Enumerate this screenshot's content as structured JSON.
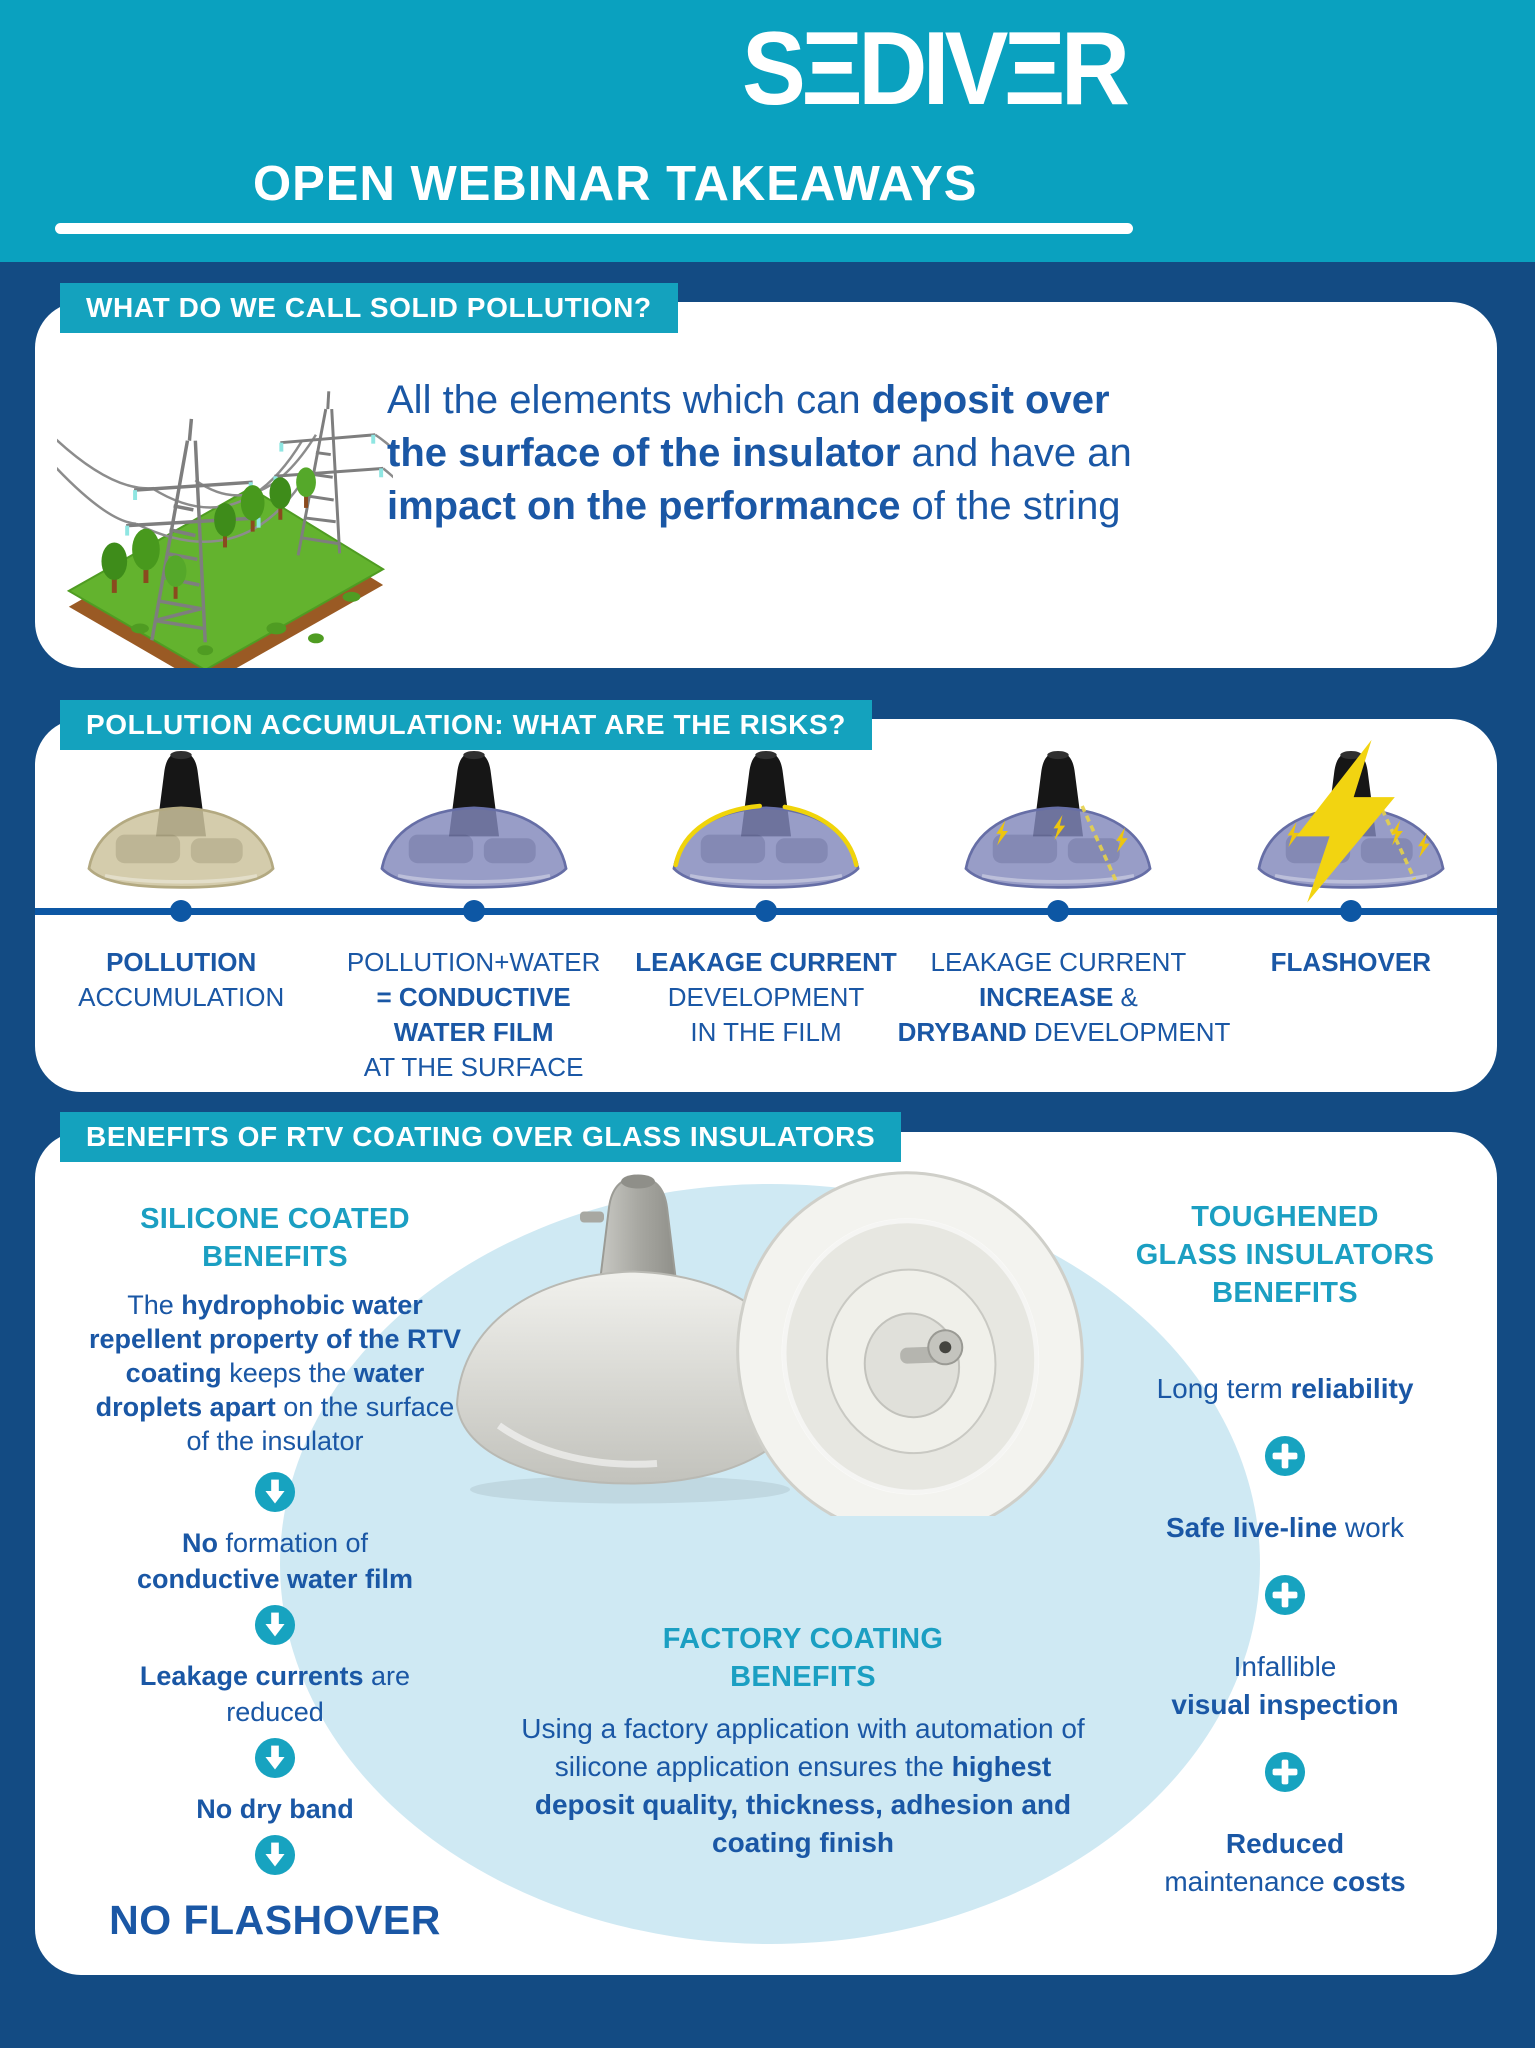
{
  "colors": {
    "header_teal": "#0aa1bf",
    "banner_teal": "#14a2be",
    "navy_background": "#134b83",
    "text_blue": "#1a57a5",
    "heading_teal": "#1b9fc2",
    "timeline_blue": "#0d57a4",
    "lightning_yellow": "#f2d411",
    "circle_light_blue": "#cfe9f3"
  },
  "icons": {
    "down_arrow": "down-arrow-in-circle",
    "plus": "plus-in-circle",
    "lightning": "lightning-bolt"
  },
  "header": {
    "logo_name": "SEDIVER",
    "logo_display": "SΞDIVΞR",
    "title": "OPEN WEBINAR TAKEAWAYS"
  },
  "section1": {
    "banner": "WHAT DO WE CALL SOLID POLLUTION?",
    "illustration": "transmission-towers-on-green-field",
    "text_segments": [
      {
        "t": "All the elements which can ",
        "b": 0
      },
      {
        "t": "deposit over the surface of the insulator",
        "b": 1
      },
      {
        "t": " and have an ",
        "b": 0
      },
      {
        "t": "impact on the performance",
        "b": 1
      },
      {
        "t": " of the string",
        "b": 0
      }
    ]
  },
  "section2": {
    "banner": "POLLUTION ACCUMULATION: WHAT ARE THE RISKS?",
    "stages": [
      {
        "insulator": "polluted-beige-insulator",
        "lines": [
          [
            {
              "t": "POLLUTION",
              "b": 1
            }
          ],
          [
            {
              "t": "ACCUMULATION",
              "b": 0
            }
          ]
        ]
      },
      {
        "insulator": "wet-blue-insulator",
        "lines": [
          [
            {
              "t": "POLLUTION+WATER",
              "b": 0
            }
          ],
          [
            {
              "t": "= CONDUCTIVE",
              "b": 1
            }
          ],
          [
            {
              "t": "WATER FILM",
              "b": 1
            }
          ],
          [
            {
              "t": "AT THE SURFACE",
              "b": 0
            }
          ]
        ]
      },
      {
        "insulator": "blue-insulator-leakage-film",
        "lines": [
          [
            {
              "t": "LEAKAGE CURRENT",
              "b": 1
            }
          ],
          [
            {
              "t": "DEVELOPMENT",
              "b": 0
            }
          ],
          [
            {
              "t": "IN THE FILM",
              "b": 0
            }
          ]
        ]
      },
      {
        "insulator": "blue-insulator-dryband-sparks",
        "lines": [
          [
            {
              "t": "LEAKAGE CURRENT",
              "b": 0
            }
          ],
          [
            {
              "t": "INCREASE",
              "b": 1
            },
            {
              "t": " &",
              "b": 0
            }
          ],
          [
            {
              "t": "DRYBAND",
              "b": 1
            },
            {
              "t": " DEVELOPMENT",
              "b": 0
            }
          ]
        ]
      },
      {
        "insulator": "blue-insulator-flashover-bolt",
        "lines": [
          [
            {
              "t": "FLASHOVER",
              "b": 1
            }
          ]
        ]
      }
    ]
  },
  "section3": {
    "banner": "BENEFITS OF RTV COATING OVER GLASS INSULATORS",
    "photo": "silicone-coated-glass-insulators",
    "left": {
      "heading_lines": [
        [
          {
            "t": "SILICONE COATED",
            "b": 1
          }
        ],
        [
          {
            "t": "BENEFITS",
            "b": 1
          }
        ]
      ],
      "paragraph_segments": [
        {
          "t": "The ",
          "b": 0
        },
        {
          "t": "hydrophobic water repellent property of the RTV coating",
          "b": 1
        },
        {
          "t": " keeps the ",
          "b": 0
        },
        {
          "t": "water droplets apart",
          "b": 1
        },
        {
          "t": " on the surface of the insulator",
          "b": 0
        }
      ],
      "chain": [
        [
          [
            {
              "t": "No",
              "b": 1
            },
            {
              "t": " formation of",
              "b": 0
            }
          ],
          [
            {
              "t": "conductive water film",
              "b": 1
            }
          ]
        ],
        [
          [
            {
              "t": "Leakage currents",
              "b": 1
            },
            {
              "t": " are",
              "b": 0
            }
          ],
          [
            {
              "t": "reduced",
              "b": 0
            }
          ]
        ],
        [
          [
            {
              "t": "No dry band",
              "b": 1
            }
          ]
        ]
      ],
      "final": [
        [
          {
            "t": "NO FLASHOVER",
            "b": 1
          }
        ]
      ]
    },
    "center": {
      "heading_lines": [
        [
          {
            "t": "FACTORY COATING",
            "b": 1
          }
        ],
        [
          {
            "t": "BENEFITS",
            "b": 1
          }
        ]
      ],
      "paragraph_segments": [
        {
          "t": "Using a factory application with automation of silicone application ensures the ",
          "b": 0
        },
        {
          "t": "highest deposit quality, thickness, adhesion and coating finish",
          "b": 1
        }
      ]
    },
    "right": {
      "heading_lines": [
        [
          {
            "t": "TOUGHENED",
            "b": 1
          }
        ],
        [
          {
            "t": "GLASS INSULATORS",
            "b": 1
          }
        ],
        [
          {
            "t": "BENEFITS",
            "b": 1
          }
        ]
      ],
      "items": [
        [
          [
            {
              "t": "Long term ",
              "b": 0
            },
            {
              "t": "reliability",
              "b": 1
            }
          ]
        ],
        [
          [
            {
              "t": "Safe live-line",
              "b": 1
            },
            {
              "t": " work",
              "b": 0
            }
          ]
        ],
        [
          [
            {
              "t": "Infallible",
              "b": 0
            }
          ],
          [
            {
              "t": "visual inspection",
              "b": 1
            }
          ]
        ],
        [
          [
            {
              "t": "Reduced",
              "b": 1
            }
          ],
          [
            {
              "t": "maintenance ",
              "b": 0
            },
            {
              "t": "costs",
              "b": 1
            }
          ]
        ]
      ]
    }
  }
}
